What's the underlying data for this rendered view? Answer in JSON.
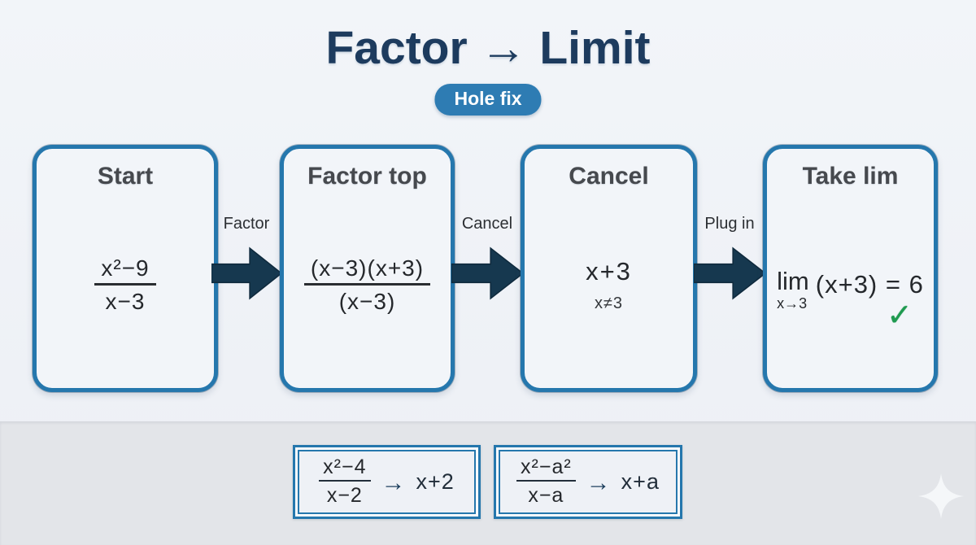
{
  "title": "Factor → Limit",
  "badge": "Hole fix",
  "steps": [
    {
      "heading": "Start",
      "num": "x²−9",
      "den": "x−3"
    },
    {
      "heading": "Factor top",
      "num": "(x−3)(x+3)",
      "den": "(x−3)"
    },
    {
      "heading": "Cancel",
      "main": "x+3",
      "note": "x≠3"
    },
    {
      "heading": "Take lim",
      "lim": "lim",
      "sub": "x→3",
      "expr": "(x+3) = 6"
    }
  ],
  "connectors": [
    {
      "label": "Factor"
    },
    {
      "label": "Cancel"
    },
    {
      "label": "Plug in"
    }
  ],
  "examples": [
    {
      "num": "x²−4",
      "den": "x−2",
      "arrow": "→",
      "result": "x+2"
    },
    {
      "num": "x²−a²",
      "den": "x−a",
      "arrow": "→",
      "result": "x+a"
    }
  ],
  "icons": {
    "check": "✓",
    "arrow_right": "→",
    "sparkle": "✦"
  },
  "colors": {
    "accent_blue": "#2577ad",
    "badge_blue": "#2e7cb3",
    "title_navy": "#1d3b5e",
    "arrow_navy": "#16384f",
    "check_green": "#1f9a50",
    "bg_top": "#f0f3f7",
    "bg_bottom": "#e3e5e9"
  }
}
